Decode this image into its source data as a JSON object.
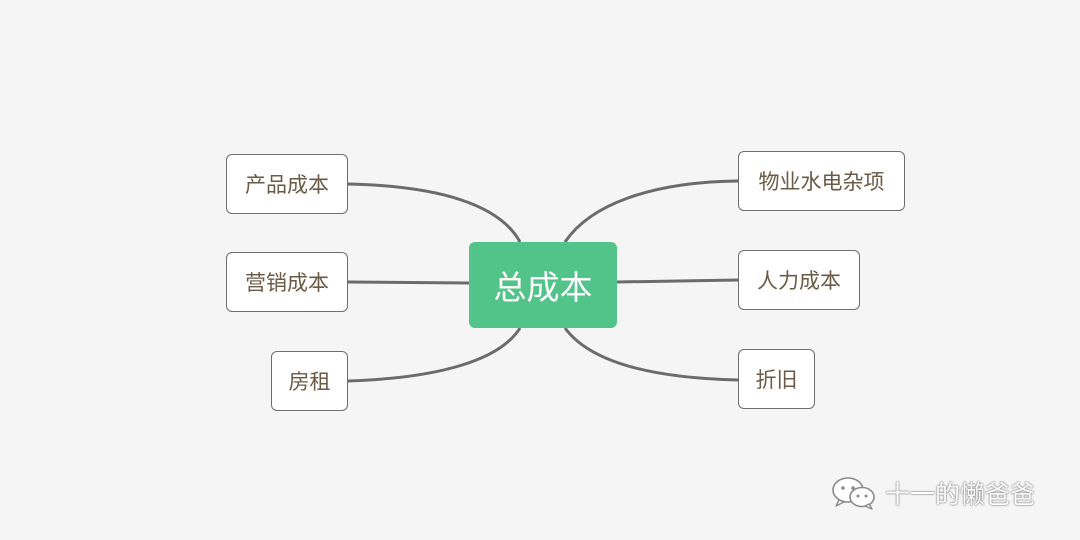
{
  "mindmap": {
    "center": {
      "label": "总成本",
      "color": "#52c48a"
    },
    "branches": [
      {
        "label": "产品成本",
        "side": "left"
      },
      {
        "label": "营销成本",
        "side": "left"
      },
      {
        "label": "房租",
        "side": "left"
      },
      {
        "label": "物业水电杂项",
        "side": "right"
      },
      {
        "label": "人力成本",
        "side": "right"
      },
      {
        "label": "折旧",
        "side": "right"
      }
    ],
    "connector_color": "#6b6b6b",
    "node_text_color": "#6b5a45"
  },
  "watermark": {
    "text": "十一的懒爸爸",
    "icon": "wechat-icon"
  }
}
